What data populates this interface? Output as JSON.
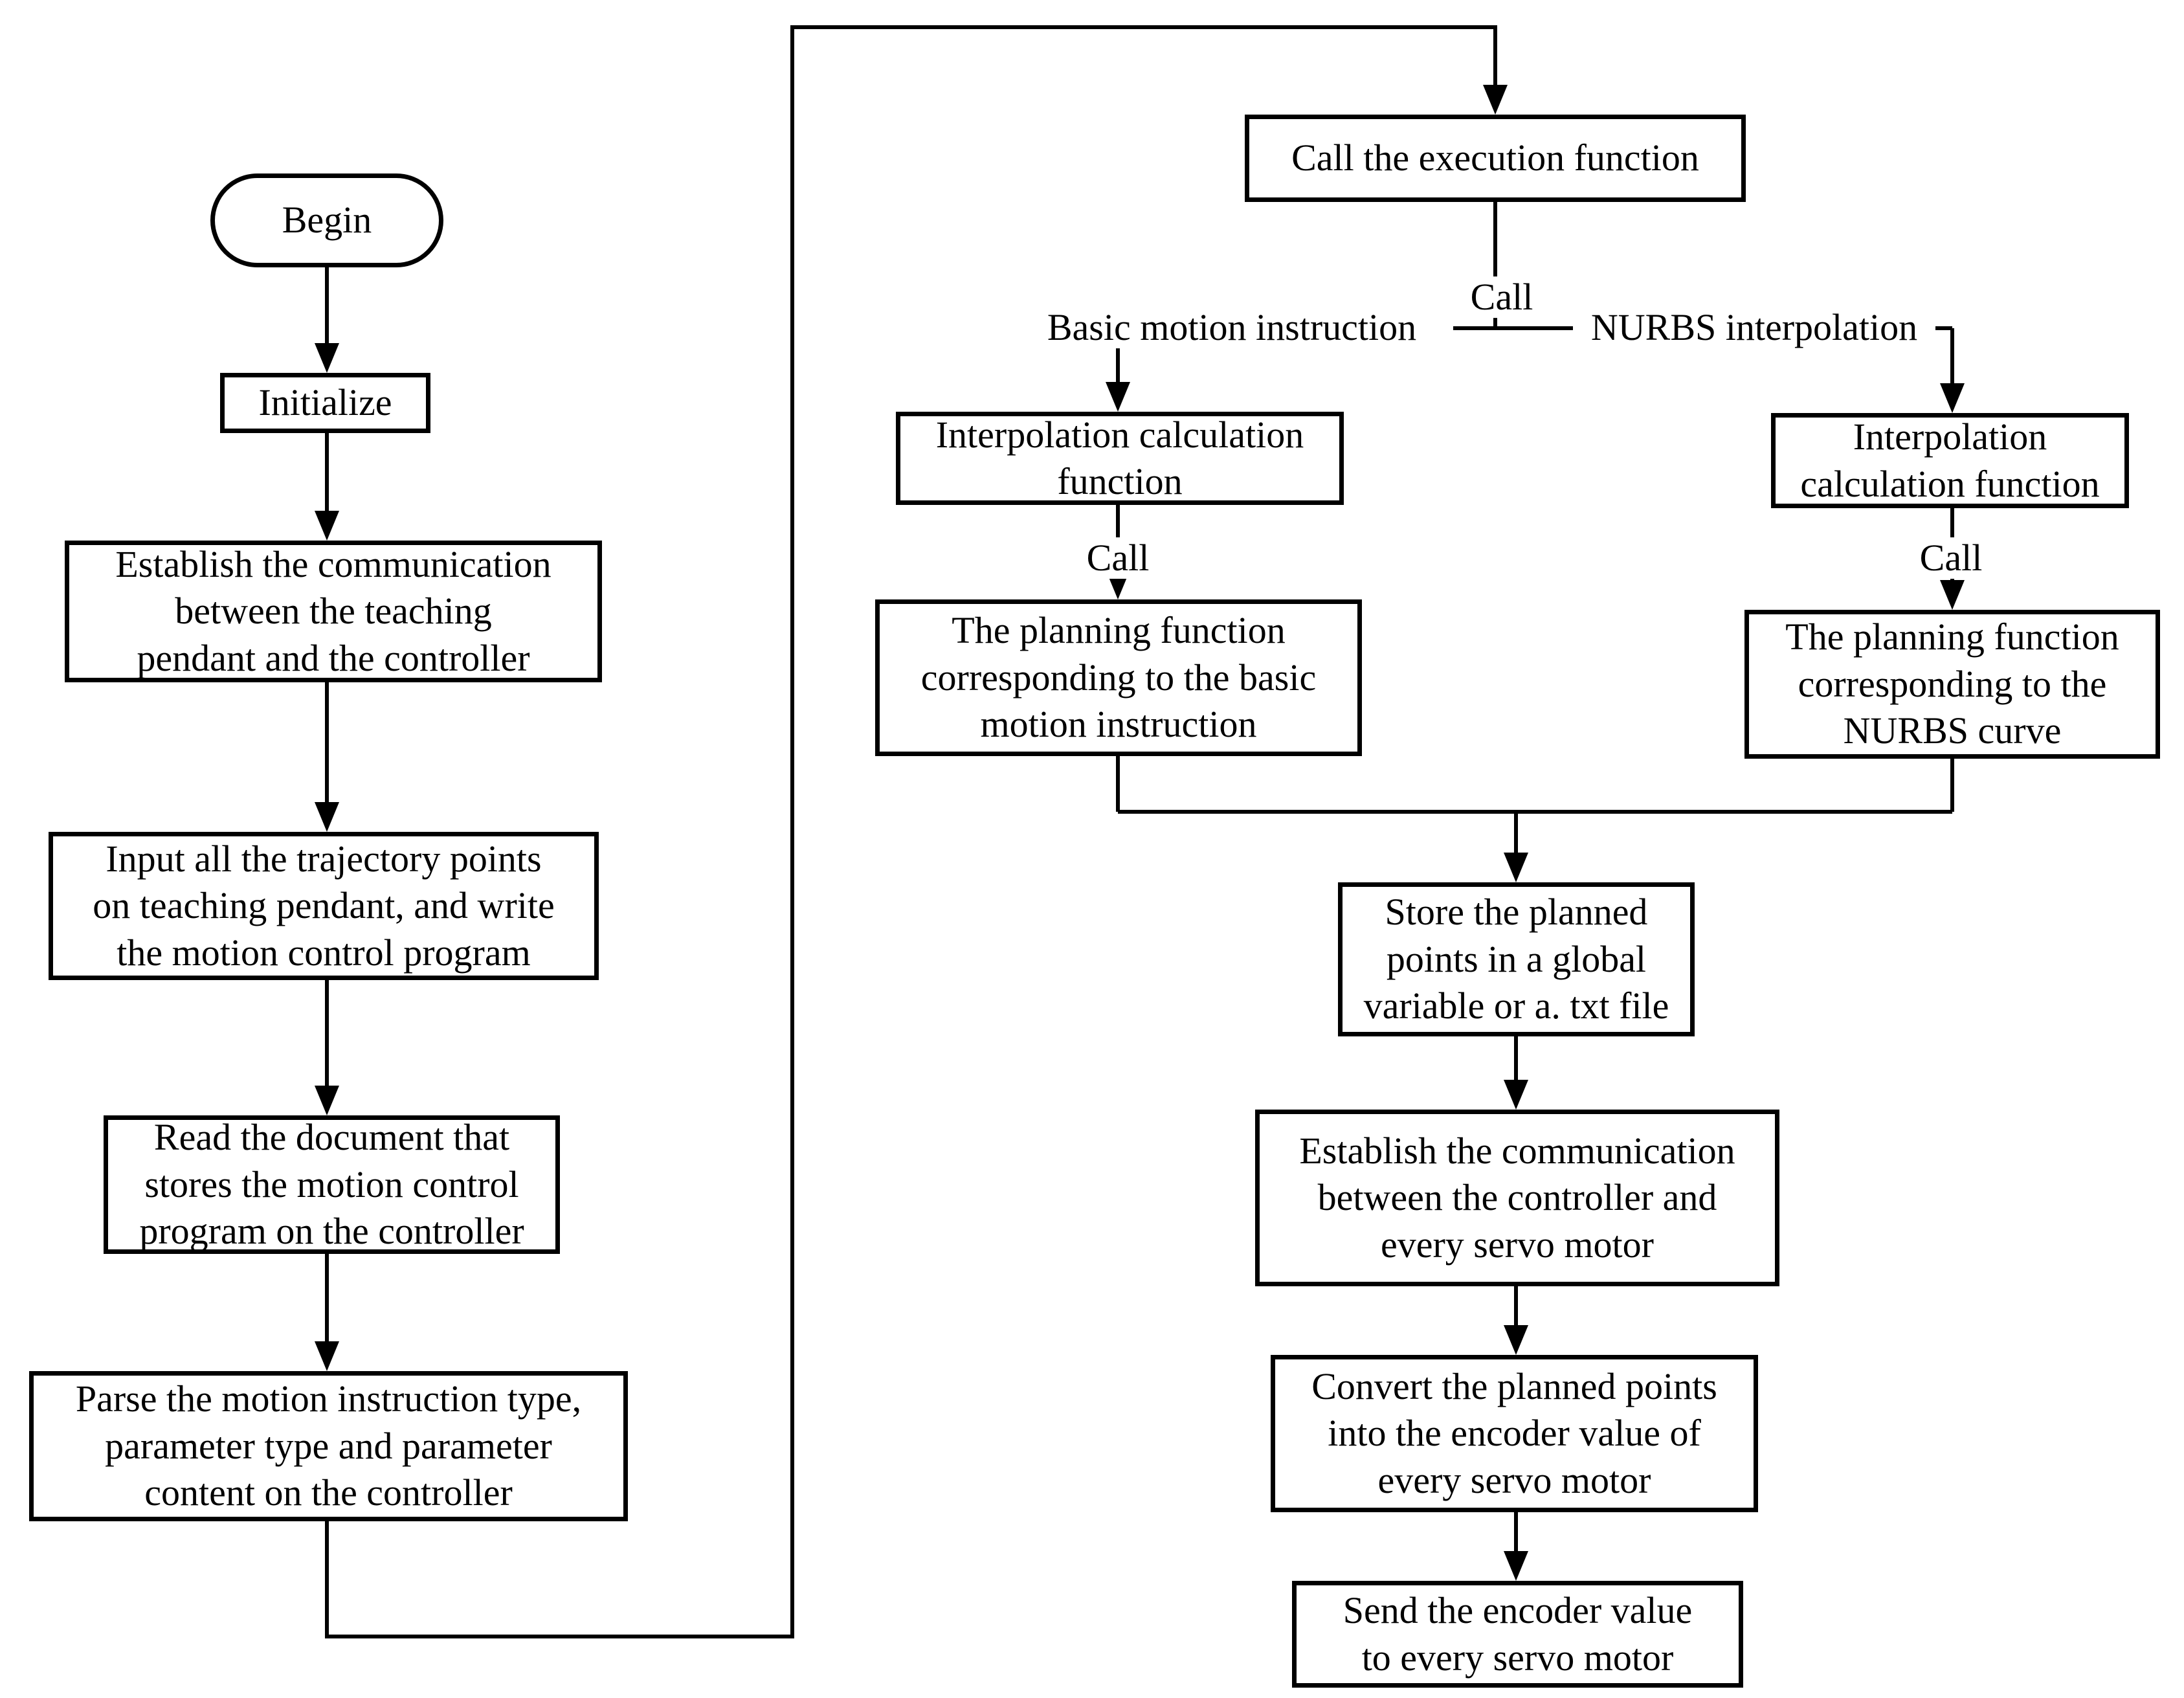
{
  "diagram": {
    "title": "Motion control flowchart",
    "colors": {
      "stroke": "#000000",
      "background": "#ffffff"
    },
    "nodes": {
      "begin": "Begin",
      "initialize": "Initialize",
      "establish_teaching": "Establish the communication\nbetween the teaching\npendant and the controller",
      "input_trajectory": "Input all the trajectory points\non teaching pendant, and write\nthe motion control program",
      "read_document": "Read the document that\nstores the motion control\nprogram on the controller",
      "parse_instruction": "Parse the motion instruction type,\nparameter type and parameter\ncontent on the controller",
      "call_execution": "Call the execution function",
      "interp_basic": "Interpolation calculation\nfunction",
      "interp_nurbs": "Interpolation\ncalculation function",
      "planning_basic": "The planning function\ncorresponding to the basic\nmotion instruction",
      "planning_nurbs": "The planning function\ncorresponding to the\nNURBS curve",
      "store_points": "Store the planned\npoints in a global\nvariable or a. txt file",
      "establish_servo": "Establish the communication\nbetween the controller and\nevery servo motor",
      "convert_points": "Convert the planned points\ninto the encoder value of\nevery servo motor",
      "send_encoder": "Send the encoder value\nto every servo motor"
    },
    "labels": {
      "call_top": "Call",
      "branch_basic": "Basic motion instruction",
      "branch_nurbs": "NURBS interpolation",
      "call_left": "Call",
      "call_right": "Call"
    }
  }
}
